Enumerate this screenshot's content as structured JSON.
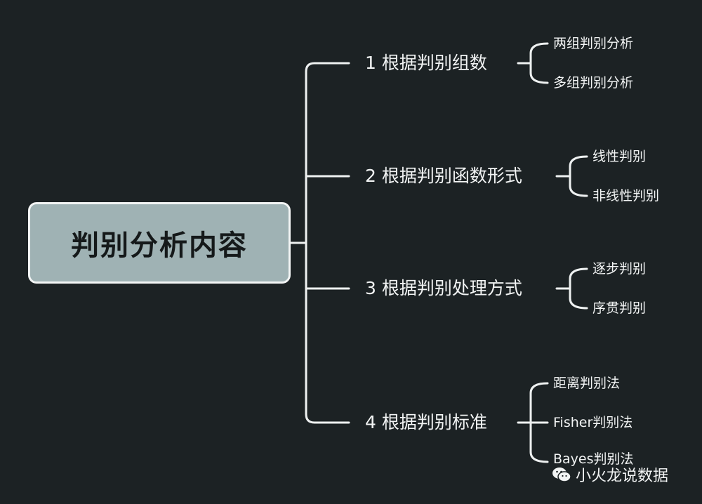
{
  "root": {
    "label": "判别分析内容"
  },
  "branches": [
    {
      "label": "1 根据判别组数",
      "children": [
        "两组判别分析",
        "多组判别分析"
      ]
    },
    {
      "label": "2 根据判别函数形式",
      "children": [
        "线性判别",
        "非线性判别"
      ]
    },
    {
      "label": "3 根据判别处理方式",
      "children": [
        "逐步判别",
        "序贯判别"
      ]
    },
    {
      "label": "4 根据判别标准",
      "children": [
        "距离判别法",
        "Fisher判别法",
        "Bayes判别法"
      ]
    }
  ],
  "watermark": {
    "icon": "wechat-icon",
    "text": "小火龙说数据"
  },
  "colors": {
    "background": "#1c2224",
    "root_fill": "#9fb2b4",
    "line": "#eef1f1",
    "text": "#f2f4f4"
  }
}
